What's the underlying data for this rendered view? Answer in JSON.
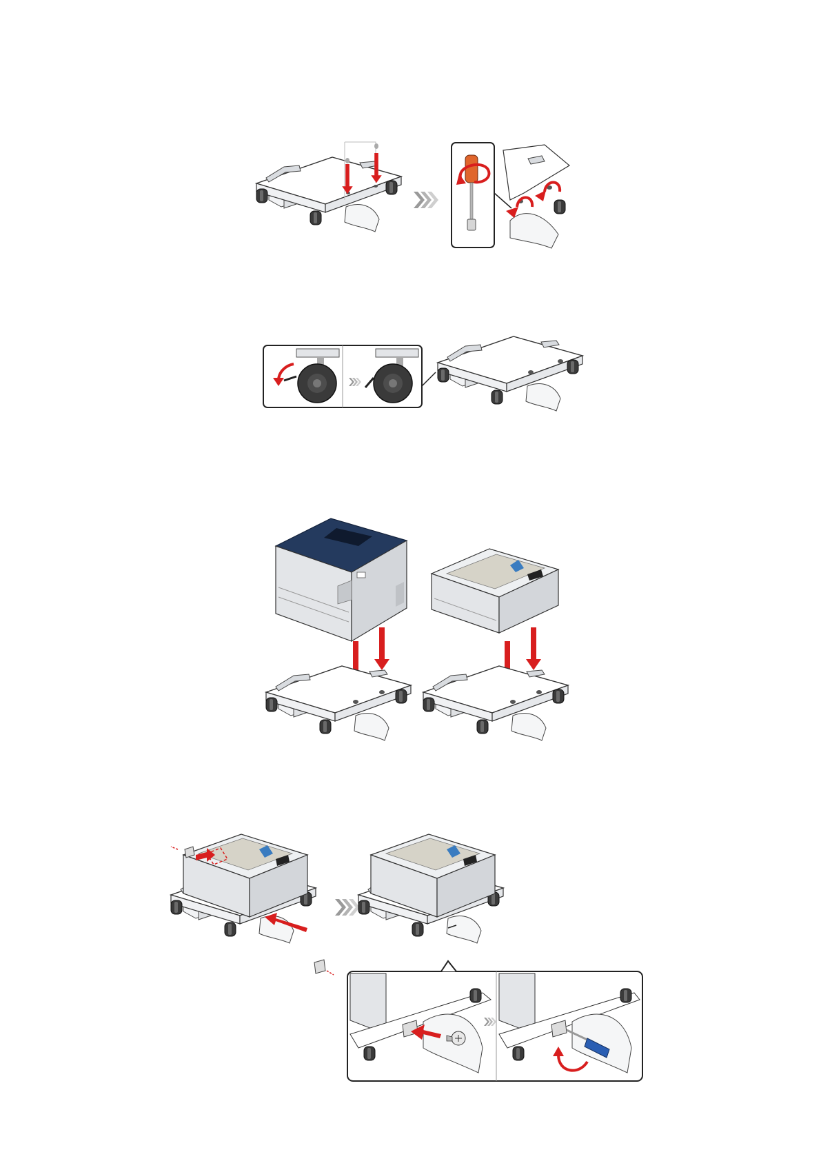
{
  "page": {
    "background": "#ffffff"
  },
  "colors": {
    "arrow_red": "#d81e1e",
    "printer_navy": "#243a5e",
    "part_gray": "#e3e5e8",
    "outline": "#2a2a2a",
    "caster": "#3a3a3a",
    "screwdriver_handle_orange": "#e0662c",
    "screwdriver_handle_blue": "#2a5eb3"
  },
  "steps": [
    {
      "id": 1,
      "content": "illustration",
      "subject": "casters-screw-in",
      "icons": [
        "caster-stand-illustration",
        "screwdriver-icon",
        "rotate-arrow-icon",
        "next-step-chevrons-icon"
      ]
    },
    {
      "id": 2,
      "content": "illustration",
      "subject": "lock-caster",
      "icons": [
        "caster-close-up-illustration",
        "rotate-arrow-icon",
        "next-step-chevrons-icon"
      ]
    },
    {
      "id": 3,
      "content": "illustration",
      "subject": "place-printer-or-tray",
      "icons": [
        "printer-illustration",
        "tray-unit-illustration",
        "down-arrow-icon"
      ]
    },
    {
      "id": 4,
      "content": "illustration",
      "subject": "attach-brackets-and-screws",
      "icons": [
        "bracket-icon",
        "screw-icon",
        "screwdriver-icon",
        "rotate-arrow-icon"
      ]
    }
  ]
}
